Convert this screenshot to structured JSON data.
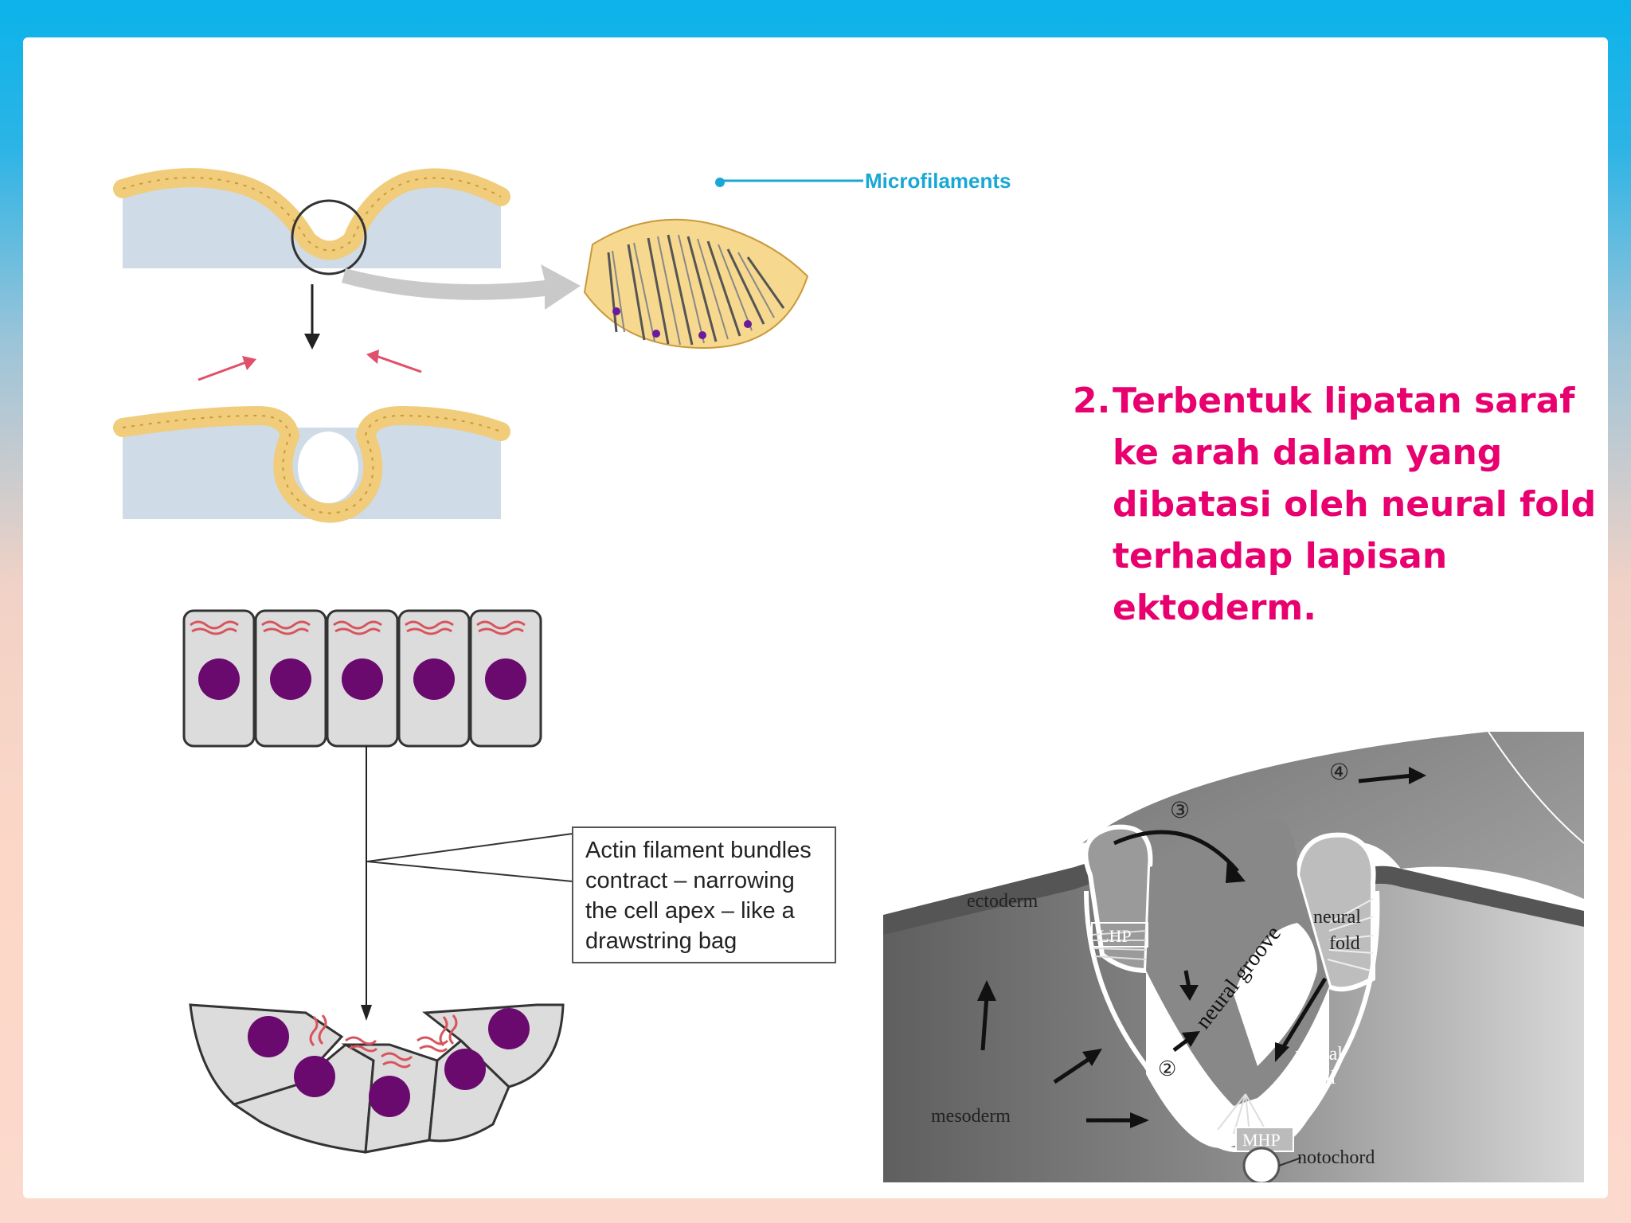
{
  "slide": {
    "bullet_number": "2.",
    "bullet_text": "Terbentuk lipatan saraf ke arah dalam yang dibatasi oleh neural fold terhadap lapisan ektoderm."
  },
  "figure_top": {
    "label": "Microfilaments"
  },
  "figure_cells": {
    "callout_lines": [
      "Actin filament bundles",
      "contract – narrowing",
      "the cell apex – like a",
      "drawstring bag"
    ]
  },
  "figure_neural": {
    "labels": {
      "ectoderm": "ectoderm",
      "neural_groove": "neural groove",
      "neural_fold_1": "neural",
      "neural_fold_2": "fold",
      "neural_wall_1": "neural",
      "neural_wall_2": "wall",
      "lhp": "LHP",
      "mhp": "MHP",
      "mesoderm": "mesoderm",
      "notochord": "notochord",
      "step2": "②",
      "step3": "③",
      "step4": "④"
    }
  },
  "colors": {
    "bullet": "#e8006f",
    "frame_top": "#0bb3ea",
    "frame_bottom": "#fbd9cc",
    "cell_fill": "#f6d88f",
    "nucleus": "#6a0a6e",
    "microfilament_line": "#19a7d6"
  }
}
